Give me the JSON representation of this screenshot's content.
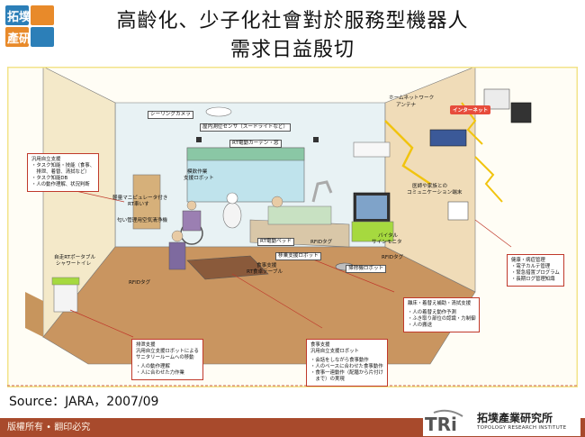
{
  "logo": {
    "line1": "拓墣",
    "line2": "產研"
  },
  "title": {
    "line1": "高齡化、少子化社會對於服務型機器人",
    "line2": "需求日益殷切"
  },
  "labels": {
    "ceiling_camera": "シーリングカメラ",
    "room_sensor": "屋内測位センサ（スードライトなど）",
    "rt_curtain": "RT電動カーテン・窓",
    "home_network": "ホームネットワーク",
    "antenna": "アンテナ",
    "internet": "インターネット",
    "comm_terminal_1": "医師や家族との",
    "comm_terminal_2": "コミュニケーション端末",
    "shisetsu_robot_1": "模飲作業",
    "shisetsu_robot_2": "支援ロボット",
    "manipulator_1": "軽量マニピュレータ付き",
    "manipulator_2": "RT車いす",
    "odor_cleaner": "匂い管理用空気清浄機",
    "rt_bed": "RT電動ベッド",
    "rfid_tag_1": "RFIDタグ",
    "rfid_tag_2": "RFIDタグ",
    "rfid_tag_3": "RFIDタグ",
    "vital_monitor_1": "バイタル",
    "vital_monitor_2": "サインモニタ",
    "transfer_robot": "移乗支援ロボット",
    "cleaning_robot": "掃除機ロボット",
    "meal_1": "食事支援",
    "meal_2": "RT食卓テーブル",
    "portable_toilet_1": "自走RTポータブル",
    "portable_toilet_2": "シャワートイレ"
  },
  "callouts": {
    "independence": [
      "汎用自立支援",
      "・タスク知能・技能（食事、",
      "　排泄、着替、清拭など）",
      "・タスク知能DB",
      "・人の動作理解、状況判断"
    ],
    "health": [
      "健康・病症管理",
      "・電子カルテ管理",
      "・緊急措置プログラム",
      "・長期ログ管理知識"
    ],
    "dressing": [
      "離床・着替え補助・清拭支援",
      "",
      "・人の着替え動作予測",
      "・ふき取り部位の認識・力制御",
      "・人の搬送"
    ],
    "meal": [
      "食事支援",
      "汎用自立支援ロボット",
      "",
      "・会話をしながら食事動作",
      "・人のペースに合わせた食事動作",
      "・食事一連動作（配膳から片付け",
      "　まで）の実現"
    ],
    "excretion": [
      "排泄支援",
      "汎用自立支援ロボットによる",
      "サニタリールームへの移動",
      "",
      "・人の動作理解",
      "・人に合わせた力作業"
    ]
  },
  "source": "Source：JARA，2007/09",
  "footer": {
    "copyright": "版權所有 • 翻印必究",
    "company": "拓墣產業研究所",
    "company_en": "TOPOLOGY RESEARCH INSTITUTE",
    "tri_mark": "TRi"
  }
}
